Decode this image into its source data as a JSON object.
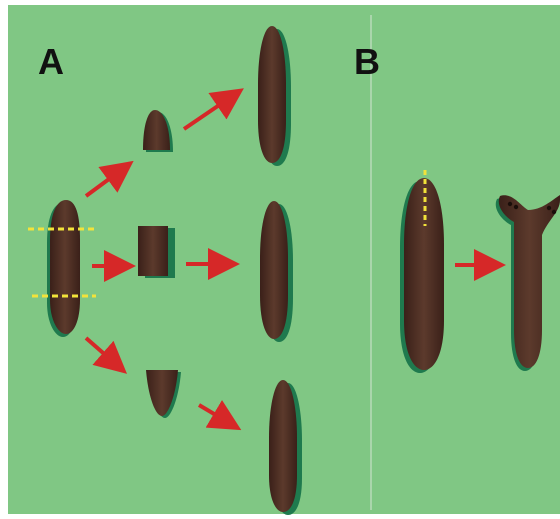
{
  "panels": {
    "a": {
      "label": "A"
    },
    "b": {
      "label": "B"
    }
  },
  "colors": {
    "background": "#80c784",
    "divider": "#b7dcb9",
    "worm_body": "#4a2c22",
    "worm_shadow": "#1f7a4e",
    "arrow": "#d62828",
    "cut_line": "#f2e33a"
  },
  "icons": {
    "arrow": "red-arrow-icon",
    "cut": "dashed-cut-line",
    "organism": "planarian-worm"
  }
}
